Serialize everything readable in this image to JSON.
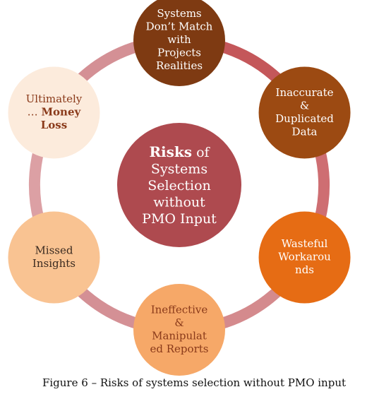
{
  "center": {
    "lines": [
      [
        {
          "text": "Risks",
          "bold": true
        },
        {
          "text": " of",
          "bold": false
        }
      ],
      [
        {
          "text": "Systems",
          "bold": false
        }
      ],
      [
        {
          "text": "Selection",
          "bold": false
        }
      ],
      [
        {
          "text": "without",
          "bold": false
        }
      ],
      [
        {
          "text": "PMO Input",
          "bold": false
        }
      ]
    ],
    "fill": "#AE4A4F",
    "text_color": "#ffffff"
  },
  "nodes": [
    {
      "id": "systems-dont-match",
      "lines": [
        [
          {
            "text": "Systems"
          }
        ],
        [
          {
            "text": "Don’t Match"
          }
        ],
        [
          {
            "text": "with"
          }
        ],
        [
          {
            "text": "Projects"
          }
        ],
        [
          {
            "text": "Realities"
          }
        ]
      ],
      "fill": "#7E3A12",
      "text_color": "#ffffff"
    },
    {
      "id": "inaccurate-data",
      "lines": [
        [
          {
            "text": "Inaccurate"
          }
        ],
        [
          {
            "text": "&"
          }
        ],
        [
          {
            "text": "Duplicated"
          }
        ],
        [
          {
            "text": "Data"
          }
        ]
      ],
      "fill": "#9C4A12",
      "text_color": "#ffffff"
    },
    {
      "id": "wasteful-workarounds",
      "lines": [
        [
          {
            "text": "Wasteful"
          }
        ],
        [
          {
            "text": "Workarou"
          }
        ],
        [
          {
            "text": "nds"
          }
        ]
      ],
      "fill": "#E66C14",
      "text_color": "#ffffff"
    },
    {
      "id": "ineffective-reports",
      "lines": [
        [
          {
            "text": "Ineffective"
          }
        ],
        [
          {
            "text": "&"
          }
        ],
        [
          {
            "text": "Manipulat"
          }
        ],
        [
          {
            "text": "ed Reports"
          }
        ]
      ],
      "fill": "#F6A868",
      "text_color": "#8A3A1A"
    },
    {
      "id": "missed-insights",
      "lines": [
        [
          {
            "text": "Missed"
          }
        ],
        [
          {
            "text": "Insights"
          }
        ]
      ],
      "fill": "#F9C392",
      "text_color": "#3A2A20"
    },
    {
      "id": "money-loss",
      "lines": [
        [
          {
            "text": "Ultimately",
            "bold": false
          }
        ],
        [
          {
            "text": "… ",
            "bold": false
          },
          {
            "text": "Money",
            "bold": true
          }
        ],
        [
          {
            "text": "Loss",
            "bold": true
          }
        ]
      ],
      "fill": "#FCEBDC",
      "text_color": "#8A3A1A"
    }
  ],
  "connector_colors": [
    "#C4575A",
    "#CE6E72",
    "#D48A8D",
    "#D49095",
    "#DCA0A4",
    "#D49095"
  ],
  "caption": "Figure 6 – Risks of systems selection without PMO input"
}
